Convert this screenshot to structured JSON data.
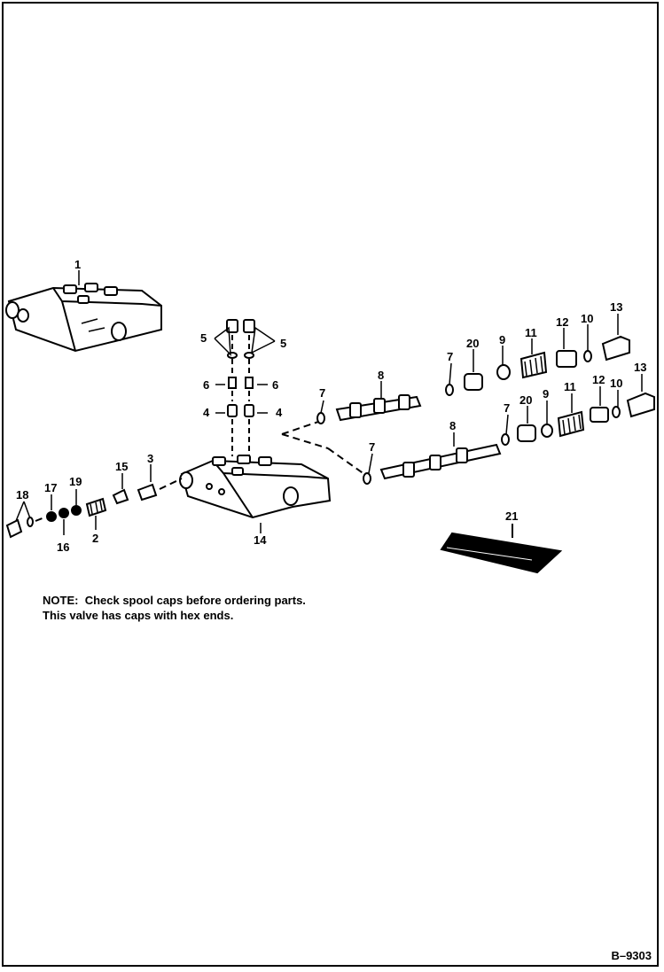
{
  "diagram": {
    "callouts": [
      {
        "id": "c-1",
        "text": "1"
      },
      {
        "id": "c-5a",
        "text": "5"
      },
      {
        "id": "c-5b",
        "text": "5"
      },
      {
        "id": "c-6a",
        "text": "6"
      },
      {
        "id": "c-6b",
        "text": "6"
      },
      {
        "id": "c-4a",
        "text": "4"
      },
      {
        "id": "c-4b",
        "text": "4"
      },
      {
        "id": "c-7a",
        "text": "7"
      },
      {
        "id": "c-8a",
        "text": "8"
      },
      {
        "id": "c-7b",
        "text": "7"
      },
      {
        "id": "c-20a",
        "text": "20"
      },
      {
        "id": "c-9a",
        "text": "9"
      },
      {
        "id": "c-11a",
        "text": "11"
      },
      {
        "id": "c-12a",
        "text": "12"
      },
      {
        "id": "c-10a",
        "text": "10"
      },
      {
        "id": "c-13a",
        "text": "13"
      },
      {
        "id": "c-13b",
        "text": "13"
      },
      {
        "id": "c-7c",
        "text": "7"
      },
      {
        "id": "c-20b",
        "text": "20"
      },
      {
        "id": "c-9b",
        "text": "9"
      },
      {
        "id": "c-11b",
        "text": "11"
      },
      {
        "id": "c-12b",
        "text": "12"
      },
      {
        "id": "c-10b",
        "text": "10"
      },
      {
        "id": "c-8b",
        "text": "8"
      },
      {
        "id": "c-7d",
        "text": "7"
      },
      {
        "id": "c-15",
        "text": "15"
      },
      {
        "id": "c-3",
        "text": "3"
      },
      {
        "id": "c-18",
        "text": "18"
      },
      {
        "id": "c-17",
        "text": "17"
      },
      {
        "id": "c-19",
        "text": "19"
      },
      {
        "id": "c-16",
        "text": "16"
      },
      {
        "id": "c-2",
        "text": "2"
      },
      {
        "id": "c-14",
        "text": "14"
      },
      {
        "id": "c-21",
        "text": "21"
      }
    ]
  },
  "note": {
    "label": "NOTE:",
    "text": "Check spool caps before ordering parts. This valve has caps with hex ends."
  },
  "figure_id": "B–9303"
}
